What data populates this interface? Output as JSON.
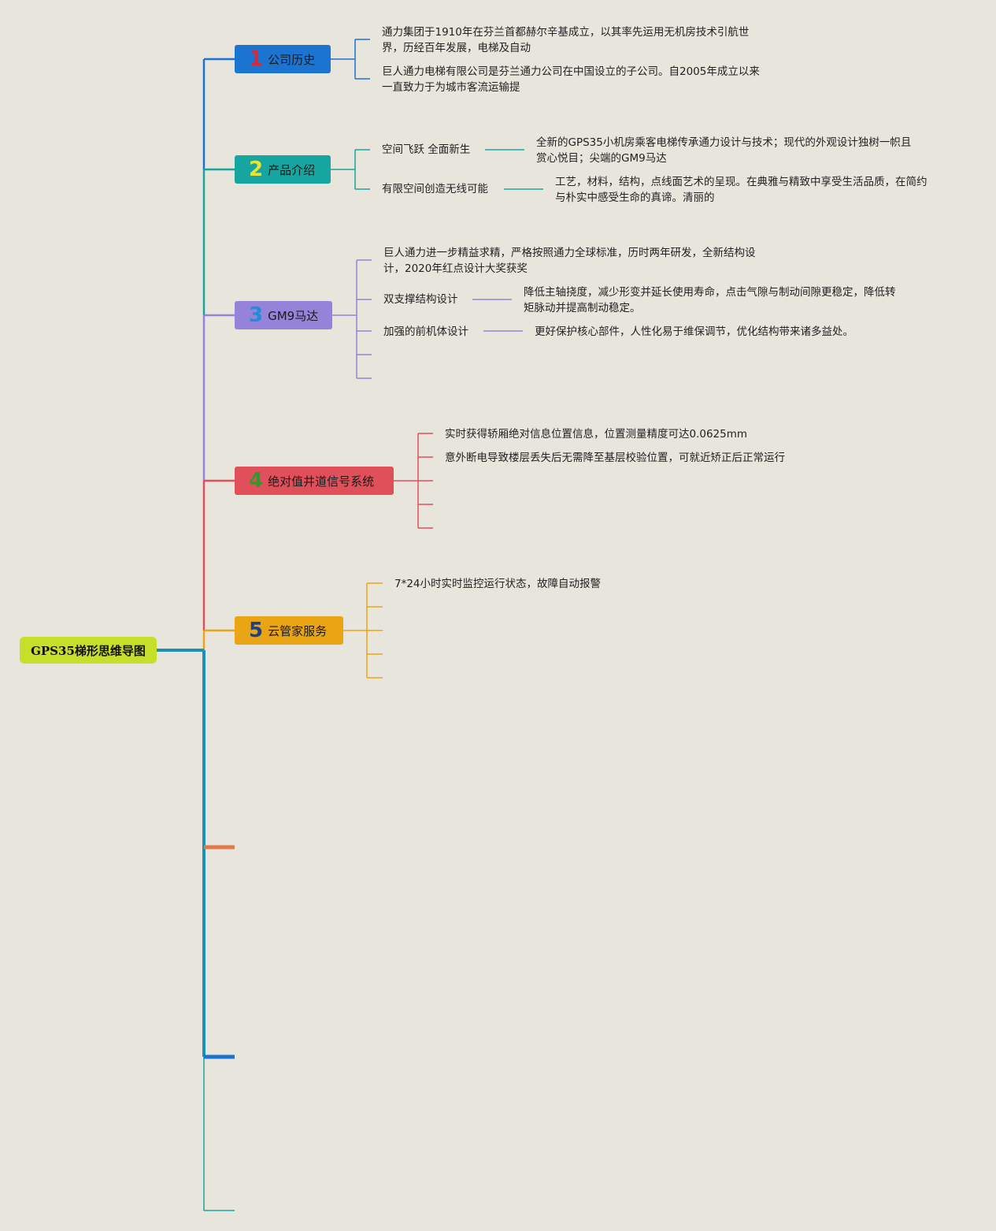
{
  "root": {
    "label": "GPS35梯形思维导图"
  },
  "branches": [
    {
      "num": "1",
      "label": "公司历史",
      "color": "#1b74d0",
      "num_color": "#d62a3c",
      "items": [
        {
          "lines": [
            "通力集团于1910年在芬兰首都赫尔辛基成立，以其率先运用无机房技术引航世",
            "界，历经百年发展，电梯及自动"
          ]
        },
        {
          "lines": [
            "巨人通力电梯有限公司是芬兰通力公司在中国设立的子公司。自2005年成立以来",
            "一直致力于为城市客流运输提"
          ]
        }
      ]
    },
    {
      "num": "2",
      "label": "产品介绍",
      "color": "#16a6a0",
      "num_color": "#e8e33a",
      "items": [
        {
          "lines": [
            "空间飞跃 全面新生"
          ],
          "detail": [
            "全新的GPS35小机房乘客电梯传承通力设计与技术；现代的外观设计独树一帜且",
            "赏心悦目；尖端的GM9马达"
          ]
        },
        {
          "lines": [
            "有限空间创造无线可能"
          ],
          "detail": [
            "工艺，材料，结构，点线面艺术的呈现。在典雅与精致中享受生活品质，在简约",
            "与朴实中感受生命的真谛。清丽的"
          ]
        }
      ]
    },
    {
      "num": "3",
      "label": "GM9马达",
      "color": "#9483d8",
      "num_color": "#1c8fd8",
      "items": [
        {
          "lines": [
            "巨人通力进一步精益求精，严格按照通力全球标准，历时两年研发，全新结构设",
            "计，2020年红点设计大奖获奖"
          ]
        },
        {
          "lines": [
            "双支撑结构设计"
          ],
          "detail": [
            "降低主轴挠度，减少形变并延长使用寿命，点击气隙与制动间隙更稳定，降低转",
            "矩脉动并提高制动稳定。"
          ]
        },
        {
          "lines": [
            "加强的前机体设计"
          ],
          "detail": [
            "更好保护核心部件，人性化易于维保调节，优化结构带来诸多益处。"
          ]
        },
        {
          "lines": []
        },
        {
          "lines": []
        }
      ]
    },
    {
      "num": "4",
      "label": "绝对值井道信号系统",
      "color": "#e0505a",
      "num_color": "#2e9a2e",
      "items": [
        {
          "lines": [
            "实时获得轿厢绝对信息位置信息，位置测量精度可达0.0625mm"
          ]
        },
        {
          "lines": [
            "意外断电导致楼层丢失后无需降至基层校验位置，可就近矫正后正常运行"
          ]
        },
        {
          "lines": []
        },
        {
          "lines": []
        },
        {
          "lines": []
        }
      ]
    },
    {
      "num": "5",
      "label": "云管家服务",
      "color": "#e9a514",
      "num_color": "#1b3f8f",
      "items": [
        {
          "lines": [
            "7*24小时实时监控运行状态，故障自动报警"
          ]
        },
        {
          "lines": []
        },
        {
          "lines": []
        },
        {
          "lines": []
        },
        {
          "lines": []
        }
      ]
    }
  ],
  "empty_branch_colors": [
    "#e37a45",
    "#1b74d0",
    "#16a6a0"
  ],
  "trunk_color": "#1a8fb8"
}
